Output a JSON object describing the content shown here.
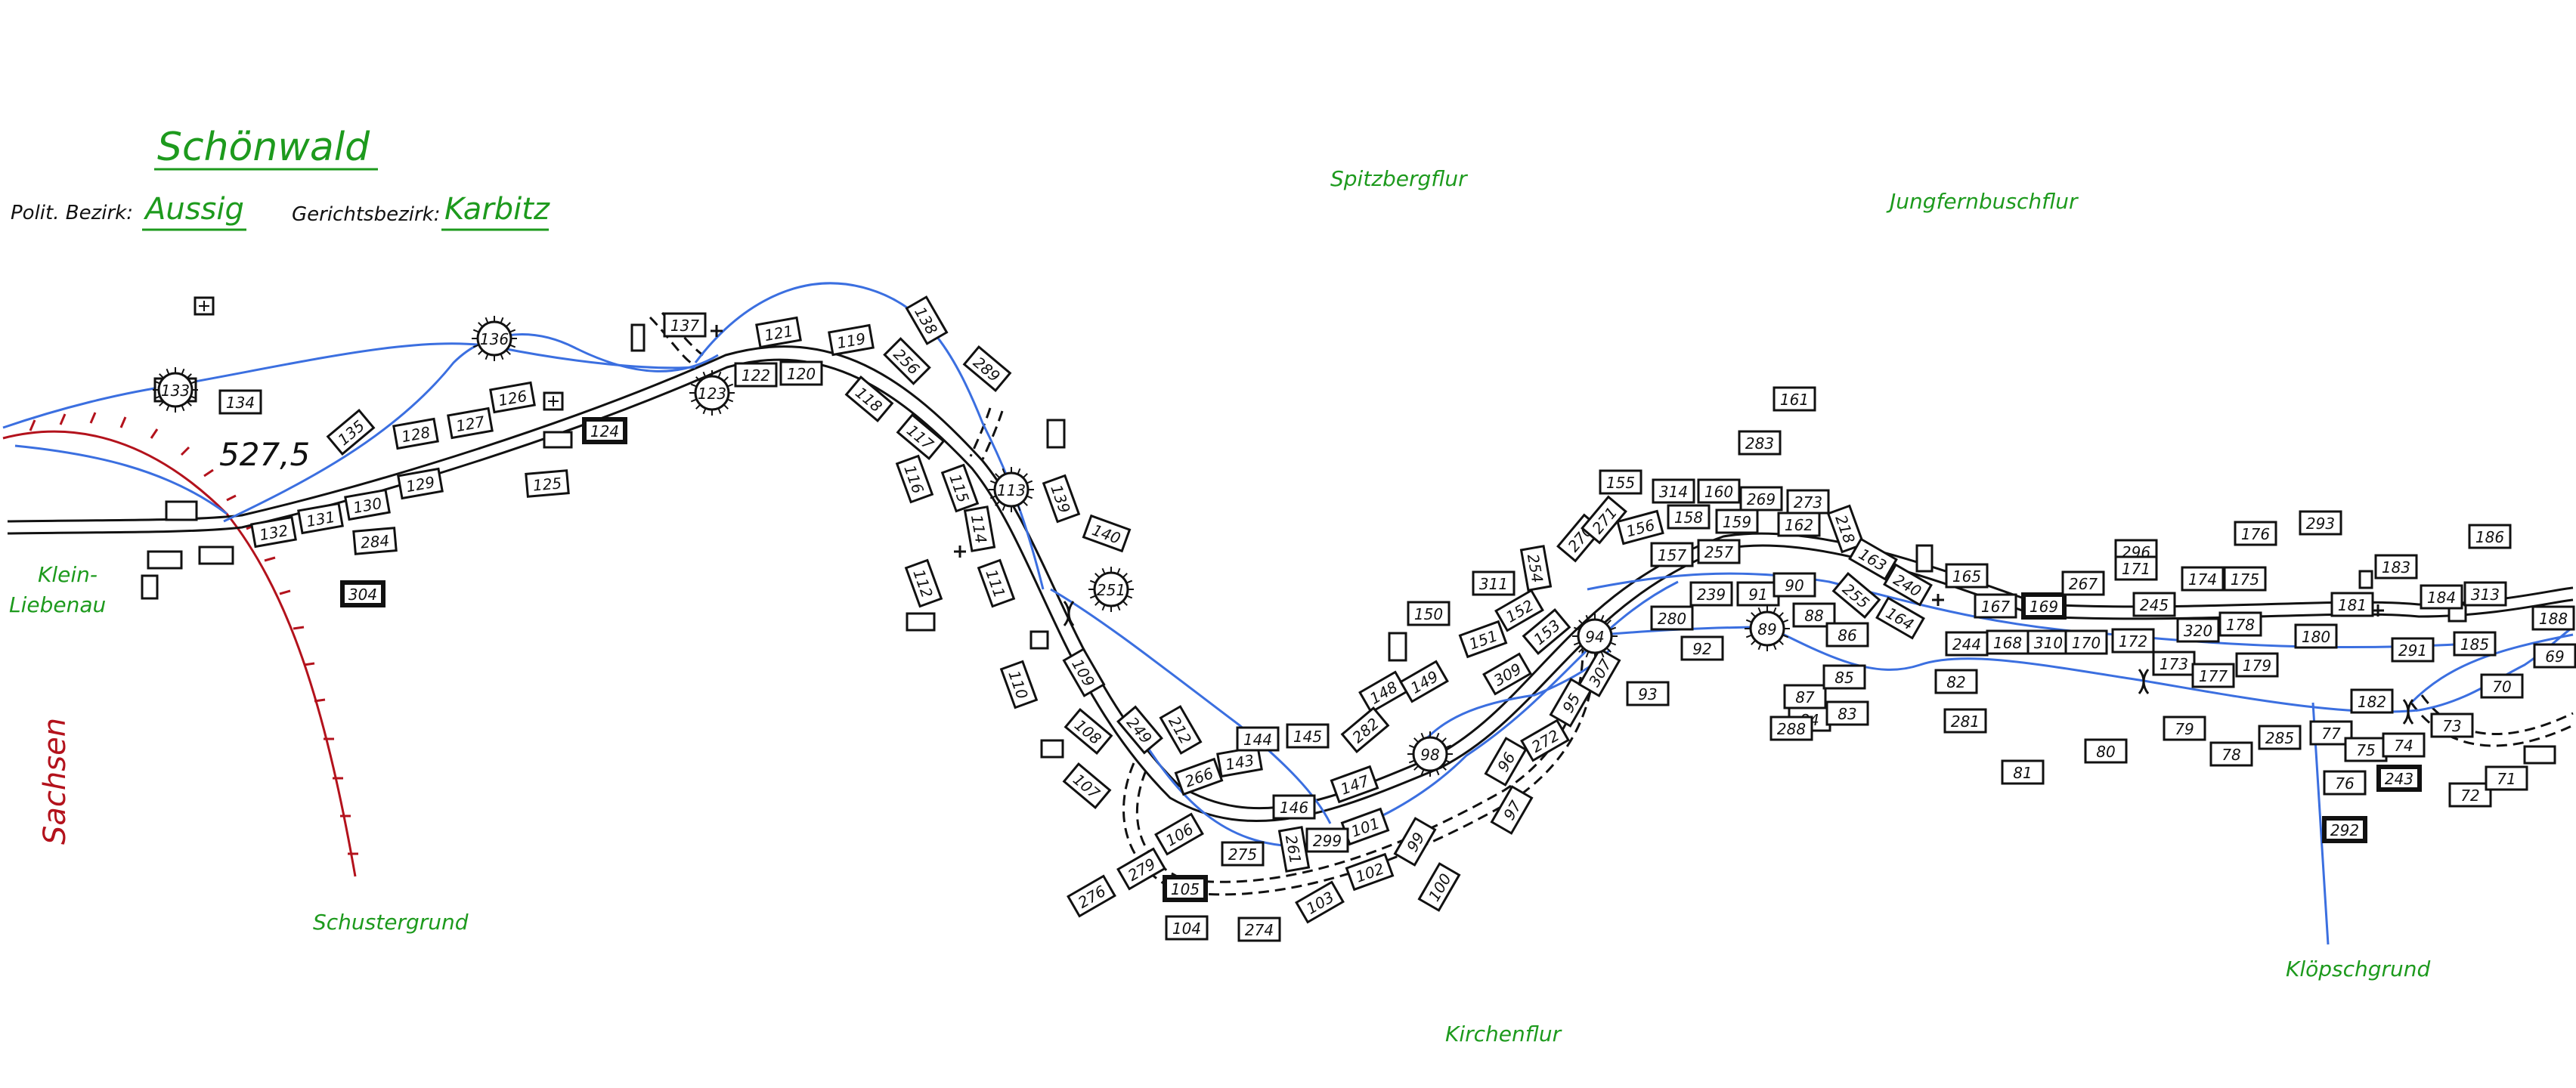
{
  "title": "Schönwald",
  "info": {
    "polit_label": "Polit. Bezirk:",
    "polit_value": "Aussig",
    "gericht_label": "Gerichtsbezirk:",
    "gericht_value": "Karbitz"
  },
  "elevation": "527,5",
  "places": {
    "spitzbergflur": "Spitzbergflur",
    "jungfernbuschflur": "Jungfernbuschflur",
    "klein": "Klein-",
    "liebenau": "Liebenau",
    "sachsen": "Sachsen",
    "schustergrund": "Schustergrund",
    "kirchenflur": "Kirchenflur",
    "kloepschgrund": "Klöpschgrund"
  },
  "colors": {
    "labels": "#1d9a1d",
    "border": "#b3121c",
    "streams": "#3b6fe0",
    "roads": "#111111"
  },
  "houses": [
    "133",
    "134",
    "135",
    "136",
    "137",
    "121",
    "119",
    "138",
    "289",
    "122",
    "120",
    "123",
    "126",
    "127",
    "128",
    "124",
    "125",
    "132",
    "131",
    "130",
    "129",
    "284",
    "304",
    "256",
    "118",
    "117",
    "116",
    "115",
    "114",
    "113",
    "139",
    "140",
    "112",
    "111",
    "110",
    "109",
    "108",
    "107",
    "249",
    "266",
    "143",
    "144",
    "145",
    "146",
    "147",
    "148",
    "149",
    "150",
    "311",
    "254",
    "152",
    "153",
    "270",
    "271",
    "155",
    "314",
    "160",
    "269",
    "273",
    "156",
    "158",
    "159",
    "162",
    "218",
    "161",
    "283",
    "157",
    "257",
    "239",
    "91",
    "90",
    "280",
    "92",
    "89",
    "88",
    "86",
    "87",
    "85",
    "84",
    "83",
    "288",
    "255",
    "163",
    "240",
    "164",
    "165",
    "167",
    "169",
    "168",
    "310",
    "170",
    "172",
    "173",
    "177",
    "179",
    "178",
    "320",
    "174",
    "175",
    "176",
    "293",
    "296",
    "171",
    "267",
    "245",
    "244",
    "82",
    "281",
    "81",
    "80",
    "79",
    "78",
    "285",
    "77",
    "75",
    "74",
    "76",
    "243",
    "292",
    "72",
    "71",
    "73",
    "70",
    "69",
    "188",
    "185",
    "291",
    "180",
    "181",
    "183",
    "184",
    "313",
    "186",
    "182",
    "94",
    "95",
    "96",
    "97",
    "98",
    "99",
    "100",
    "101",
    "102",
    "103",
    "104",
    "105",
    "106",
    "272",
    "275",
    "276",
    "274",
    "279",
    "282",
    "309",
    "151",
    "261",
    "299",
    "307",
    "93",
    "212"
  ],
  "symbols": [
    "cross-mark",
    "chapel-square",
    "well-sun-symbol"
  ]
}
